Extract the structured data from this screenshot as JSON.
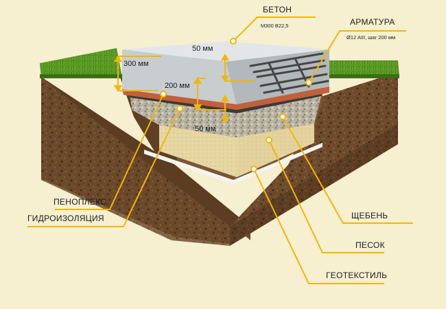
{
  "labels": {
    "beton": "БЕТОН",
    "beton_sub": "М300 В22,5",
    "armatura": "АРМАТУРА",
    "armatura_sub": "Ø12 AIII, шаг 200 мм",
    "penoplex": "ПЕНОПЛЕКС",
    "gidroizolyaciya": "ГИДРОИЗОЛЯЦИЯ",
    "shcheben": "ЩЕБЕНЬ",
    "pesok": "ПЕСОК",
    "geotextil": "ГЕОТЕКСТИЛЬ"
  },
  "dimensions": {
    "slab_height": "300 мм",
    "concrete_cover": "50 мм",
    "insulation_gap": "200 мм",
    "bottom_gap": "50 мм"
  },
  "colors": {
    "leader": "#f2b705",
    "background": "#f6efd0",
    "concrete": "#d2d6d8",
    "soil": "#6b4a2e",
    "grass": "#4d8a1f",
    "sand": "#e8d9a8",
    "gravel": "#bdb6a4",
    "rebar": "#4a4a4a"
  }
}
